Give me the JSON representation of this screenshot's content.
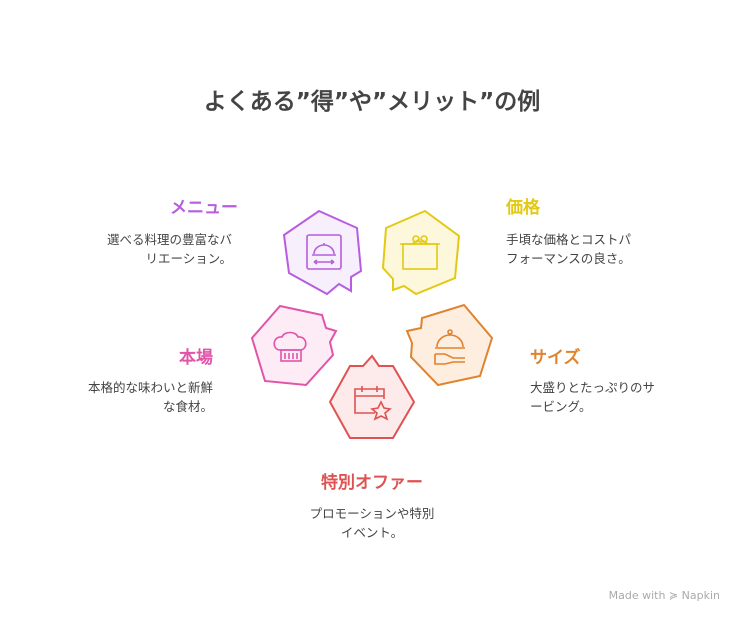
{
  "title": "よくある”得”や”メリット”の例",
  "items": [
    {
      "title": "メニュー",
      "desc1": "選べる料理の豊富なバ",
      "desc2": "リエーション。",
      "color": "#b65de0",
      "fill": "#f8effd",
      "icon": "cloche-arrows-icon"
    },
    {
      "title": "価格",
      "desc1": "手頃な価格とコストパ",
      "desc2": "フォーマンスの良さ。",
      "color": "#e3c914",
      "fill": "#fdf8dc",
      "icon": "gift-box-icon"
    },
    {
      "title": "本場",
      "desc1": "本格的な味わいと新鮮",
      "desc2": "な食材。",
      "color": "#e055a8",
      "fill": "#fdebf6",
      "icon": "chef-hat-icon"
    },
    {
      "title": "サイズ",
      "desc1": "大盛りとたっぷりのサ",
      "desc2": "ービング。",
      "color": "#e0832d",
      "fill": "#fdeee0",
      "icon": "serving-cloche-icon"
    },
    {
      "title": "特別オファー",
      "desc1": "プロモーションや特別",
      "desc2": "イベント。",
      "color": "#e05252",
      "fill": "#fdeaea",
      "icon": "calendar-star-icon"
    }
  ],
  "footer": "Made with ≽ Napkin"
}
